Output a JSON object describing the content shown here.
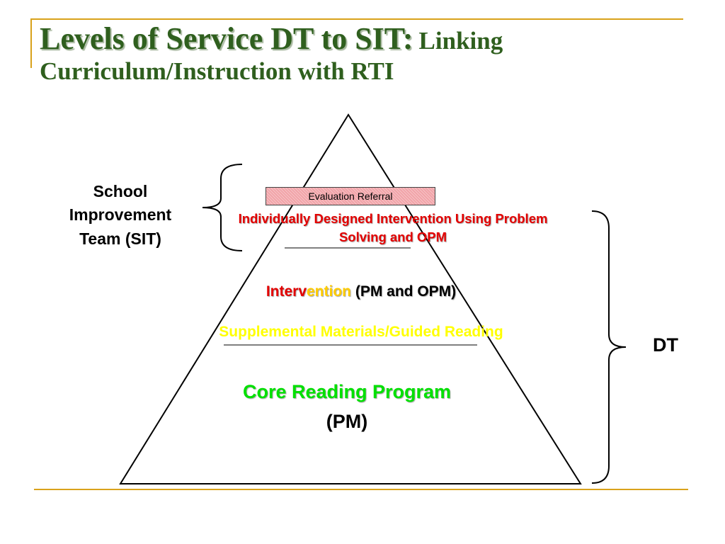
{
  "colors": {
    "frame": "#d9a21b",
    "title_text": "#2f5f1e",
    "tier3_text": "#e30000",
    "intervention_red": "#e30000",
    "intervention_yellow": "#ffcc00",
    "supplemental_text": "#ffff00",
    "core_text": "#00e000",
    "eval_fill": "#f1a3a8"
  },
  "title": {
    "main": "Levels of Service DT to SIT:",
    "sub_inline": "Linking",
    "sub_line2": "Curriculum/Instruction with RTI"
  },
  "diagram": {
    "sit_label": "School Improvement Team (SIT)",
    "dt_label": "DT",
    "evaluation_referral": "Evaluation Referral",
    "tier3_text": "Individually Designed Intervention Using Problem Solving and OPM",
    "tier2_intervention_part1": "Interv",
    "tier2_intervention_part2": "ention",
    "tier2_intervention_part3": "(PM and OPM)",
    "tier2_supplemental": "Supplemental Materials/Guided Reading",
    "tier1_core": "Core Reading Program",
    "tier1_pm": "(PM)"
  }
}
